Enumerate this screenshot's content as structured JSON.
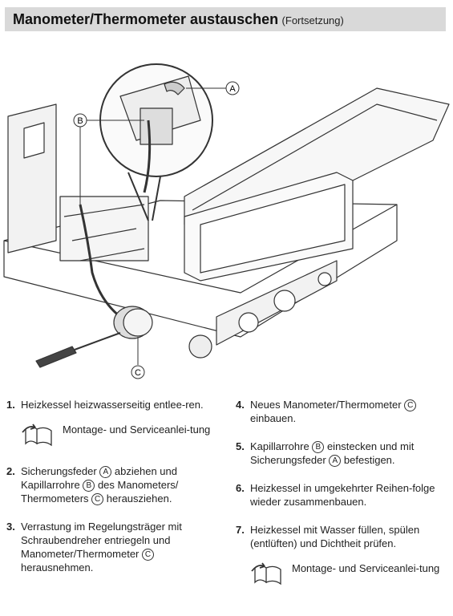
{
  "header": {
    "title": "Manometer/Thermometer austauschen",
    "subtitle": "(Fortsetzung)"
  },
  "figure": {
    "label_a": "A",
    "label_b": "B",
    "label_c": "C"
  },
  "steps_left": [
    {
      "num": "1.",
      "text": "Heizkessel heizwasserseitig entlee-ren."
    },
    {
      "num": "2.",
      "pre": "Sicherungsfeder",
      "r1": "A",
      "mid1": "abziehen und Kapillarrohre",
      "r2": "B",
      "mid2": "des Manometers/ Thermometers",
      "r3": "C",
      "post": "herausziehen."
    },
    {
      "num": "3.",
      "pre": "Verrastung im Regelungsträger mit Schraubendreher entriegeln und Manometer/Thermometer",
      "r1": "C",
      "post": "herausnehmen."
    }
  ],
  "ref_left": "Montage- und Serviceanlei-tung",
  "steps_right": [
    {
      "num": "4.",
      "pre": "Neues Manometer/Thermometer",
      "r1": "C",
      "post": "einbauen."
    },
    {
      "num": "5.",
      "pre": "Kapillarrohre",
      "r1": "B",
      "mid1": "einstecken und mit Sicherungsfeder",
      "r2": "A",
      "post": "befestigen."
    },
    {
      "num": "6.",
      "text": "Heizkessel in umgekehrter Reihen-folge wieder zusammenbauen."
    },
    {
      "num": "7.",
      "text": "Heizkessel mit Wasser füllen, spülen (entlüften) und Dichtheit prüfen."
    }
  ],
  "ref_right": "Montage- und Serviceanlei-tung"
}
